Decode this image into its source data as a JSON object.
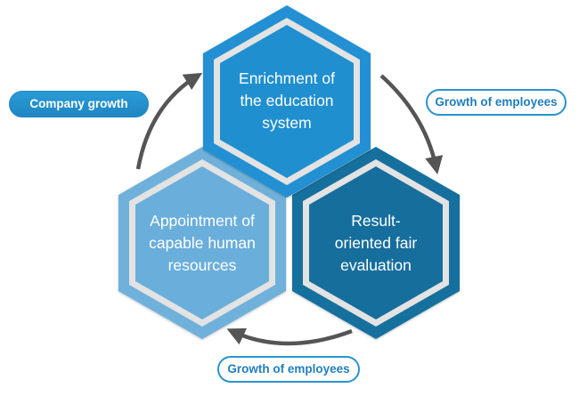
{
  "hexagons": {
    "top": {
      "lines": [
        "Enrichment of",
        "the education",
        "system"
      ],
      "outer_color": "#2190d2",
      "inner_color": "#1f8fd0"
    },
    "left": {
      "lines": [
        "Appointment of",
        "capable human",
        "resources"
      ],
      "outer_color": "#6fb1db",
      "inner_color": "#6aaedb"
    },
    "right": {
      "lines": [
        "Result-",
        "oriented fair",
        "evaluation"
      ],
      "outer_color": "#176f9d",
      "inner_color": "#166e9d"
    }
  },
  "labels": {
    "company_growth": "Company growth",
    "growth_employees_right": "Growth of employees",
    "growth_employees_bottom": "Growth of employees"
  },
  "colors": {
    "arrow": "#555555",
    "pill_fill": "#2190d2",
    "pill_border": "#2a93cf"
  }
}
